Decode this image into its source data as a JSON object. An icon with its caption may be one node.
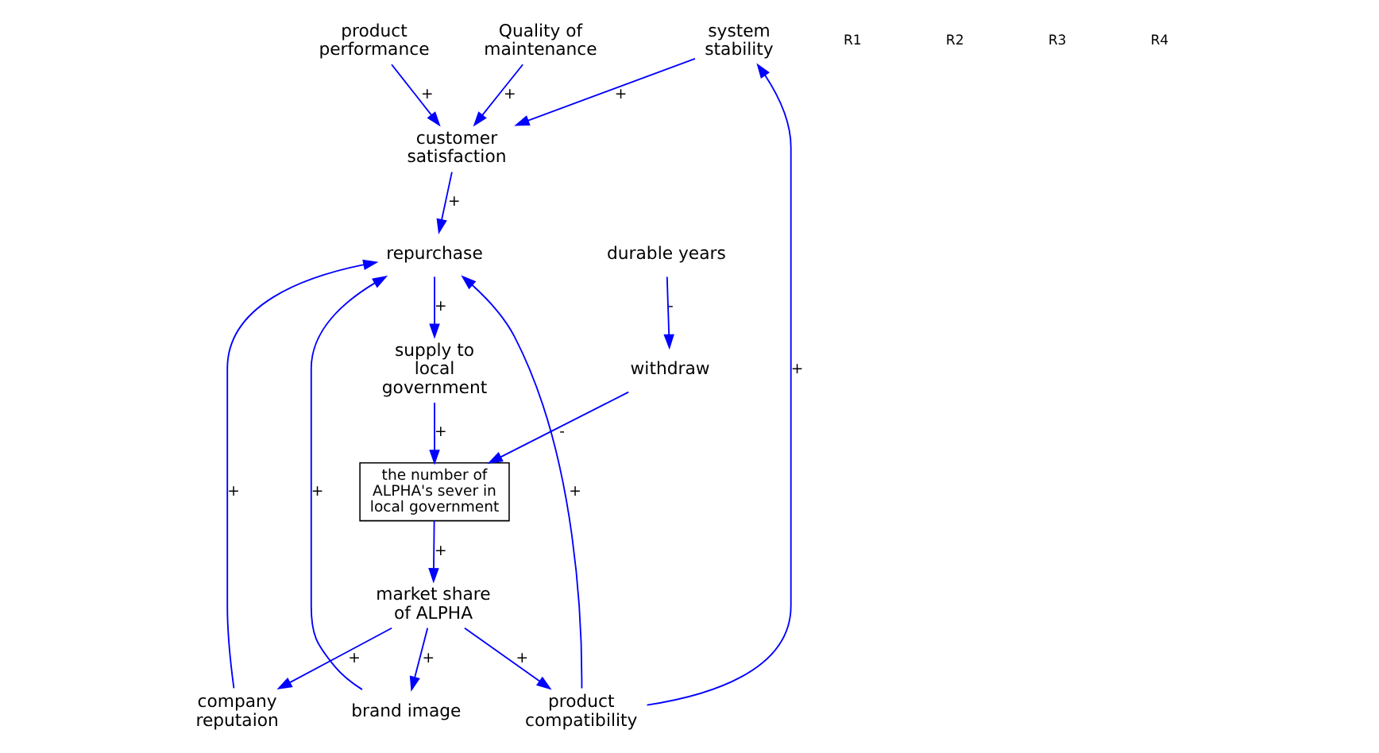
{
  "diagram": {
    "nodes": [
      {
        "text": [
          "system stability"
        ]
      },
      {
        "text": [
          "product compatibility"
        ]
      },
      {
        "text": [
          "customer satisfaction"
        ]
      },
      {
        "text": [
          "company reputaion"
        ]
      },
      {
        "text": [
          "market share of ALPHA"
        ]
      },
      {
        "text": [
          "repurchase"
        ]
      },
      {
        "text": [
          "product performance"
        ]
      },
      {
        "text": [
          "brand image"
        ]
      },
      {
        "text": [
          "durable years"
        ]
      },
      {
        "text": [
          "Quality of maintenance"
        ]
      },
      {
        "text": [
          "supply to local government"
        ]
      },
      {
        "text": [
          "withdraw"
        ]
      },
      {
        "text": [
          "the number of ALPHA's sever in local government"
        ]
      }
    ],
    "edges": [
      {
        "from": 1,
        "to": 0,
        "arrow": "to",
        "label": "+",
        "color": "#0000ff"
      },
      {
        "from": 0,
        "to": 2,
        "arrow": "to",
        "label": "+",
        "color": "#0000ff"
      },
      {
        "from": 1,
        "to": 5,
        "arrow": "to",
        "label": "+",
        "color": "#0000ff"
      },
      {
        "from": 4,
        "to": 1,
        "arrow": "to",
        "label": "+",
        "color": "#0000ff"
      },
      {
        "from": 4,
        "to": 3,
        "arrow": "to",
        "label": "+",
        "color": "#0000ff"
      },
      {
        "from": 3,
        "to": 5,
        "arrow": "to",
        "label": "+",
        "color": "#0000ff"
      },
      {
        "from": 6,
        "to": 2,
        "arrow": "to",
        "label": "+",
        "color": "#0000ff"
      },
      {
        "from": 9,
        "to": 2,
        "arrow": "to",
        "label": "+",
        "color": "#0000ff"
      },
      {
        "from": 2,
        "to": 5,
        "arrow": "to",
        "label": "+",
        "color": "#0000ff"
      },
      {
        "from": 7,
        "to": 5,
        "arrow": "to",
        "label": "+",
        "color": "#0000ff"
      },
      {
        "from": 4,
        "to": 7,
        "arrow": "to",
        "label": "+",
        "color": "#0000ff"
      },
      {
        "from": 5,
        "to": 10,
        "arrow": "to",
        "label": "+",
        "color": "#0000ff"
      },
      {
        "from": 8,
        "to": 11,
        "arrow": "to",
        "label": "-",
        "color": "#0000ff"
      },
      {
        "from": 10,
        "to": 12,
        "arrow": "to",
        "label": "+",
        "color": "#0000ff"
      },
      {
        "from": 12,
        "to": 4,
        "arrow": "to",
        "label": "+",
        "color": "#0000ff"
      },
      {
        "from": 11,
        "to": 12,
        "arrow": "to",
        "label": "-",
        "color": "#0000ff"
      }
    ],
    "labels": [
      "R1",
      "R2",
      "R3",
      "R4"
    ]
  }
}
